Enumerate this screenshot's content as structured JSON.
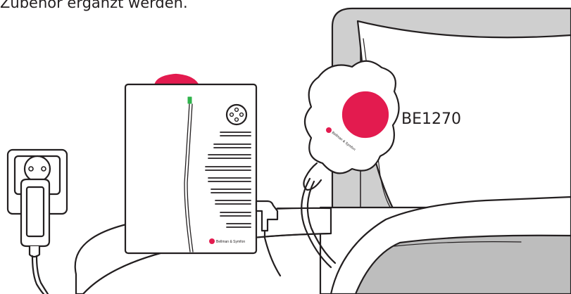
{
  "caption": {
    "text": "Zubehör ergänzt werden."
  },
  "labels": {
    "pillow_device": "BE1270"
  },
  "branding": {
    "logo_text": "Bellman & Symfon"
  },
  "colors": {
    "outline": "#231f20",
    "accent_red": "#e31b4f",
    "pillow_gray": "#cfcfcf",
    "blanket_gray": "#bdbdbd",
    "background": "#ffffff",
    "led_green": "#2eb34a"
  }
}
